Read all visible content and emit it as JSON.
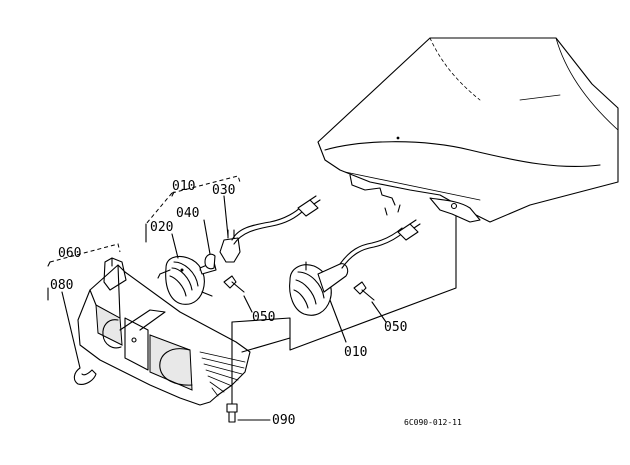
{
  "labels": {
    "p010_top": "010",
    "p030": "030",
    "p040": "040",
    "p020": "020",
    "p060": "060",
    "p080": "080",
    "p050_left": "050",
    "p050_right": "050",
    "p010_bottom": "010",
    "p090": "090"
  },
  "drawing_code": "6C090-012-11"
}
